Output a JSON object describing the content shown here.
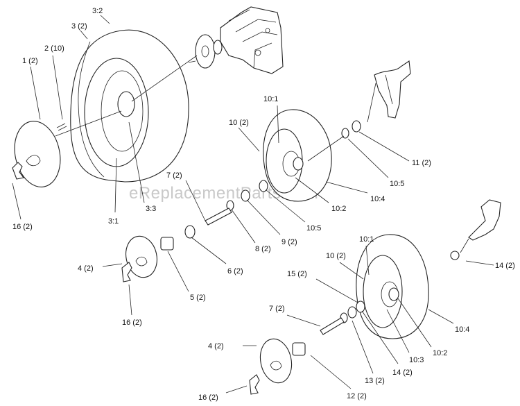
{
  "watermark": "eReplacementParts.com",
  "callouts": [
    {
      "id": "c01",
      "text": "3:2"
    },
    {
      "id": "c02",
      "text": "3 (2)"
    },
    {
      "id": "c03",
      "text": "2 (10)"
    },
    {
      "id": "c04",
      "text": "1 (2)"
    },
    {
      "id": "c05",
      "text": "16 (2)"
    },
    {
      "id": "c06",
      "text": "3:1"
    },
    {
      "id": "c07",
      "text": "3:3"
    },
    {
      "id": "c08",
      "text": "10:1"
    },
    {
      "id": "c09",
      "text": "10 (2)"
    },
    {
      "id": "c10",
      "text": "11 (2)"
    },
    {
      "id": "c11",
      "text": "10:5"
    },
    {
      "id": "c12",
      "text": "10:4"
    },
    {
      "id": "c13",
      "text": "10:2"
    },
    {
      "id": "c14",
      "text": "10:5"
    },
    {
      "id": "c15",
      "text": "7 (2)"
    },
    {
      "id": "c16",
      "text": "9 (2)"
    },
    {
      "id": "c17",
      "text": "8 (2)"
    },
    {
      "id": "c18",
      "text": "6 (2)"
    },
    {
      "id": "c19",
      "text": "4 (2)"
    },
    {
      "id": "c20",
      "text": "5 (2)"
    },
    {
      "id": "c21",
      "text": "16 (2)"
    },
    {
      "id": "c22",
      "text": "10:1"
    },
    {
      "id": "c23",
      "text": "10 (2)"
    },
    {
      "id": "c24",
      "text": "15 (2)"
    },
    {
      "id": "c25",
      "text": "14 (2)"
    },
    {
      "id": "c26",
      "text": "7 (2)"
    },
    {
      "id": "c27",
      "text": "10:4"
    },
    {
      "id": "c28",
      "text": "10:2"
    },
    {
      "id": "c29",
      "text": "4 (2)"
    },
    {
      "id": "c30",
      "text": "10:3"
    },
    {
      "id": "c31",
      "text": "14 (2)"
    },
    {
      "id": "c32",
      "text": "13 (2)"
    },
    {
      "id": "c33",
      "text": "12 (2)"
    },
    {
      "id": "c34",
      "text": "16 (2)"
    }
  ]
}
